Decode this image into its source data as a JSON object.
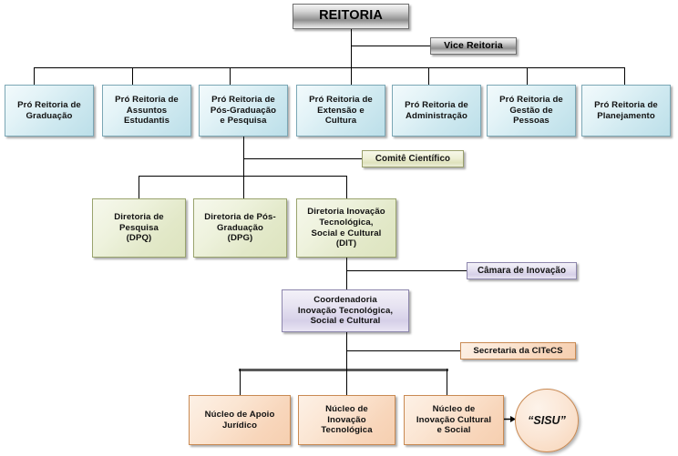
{
  "title": "Organograma REITORIA",
  "colors": {
    "silver": "#a9a9a9",
    "blue": "#cfe9f0",
    "khaki": "#e2e5c2",
    "green": "#e2e8c8",
    "purple": "#d6d0e8",
    "peach": "#f8d6bb",
    "line": "#000000",
    "thick_line": "#595959"
  },
  "top": {
    "reitoria": "REITORIA",
    "vice_reitoria": "Vice Reitoria"
  },
  "pro_reitorias": [
    {
      "label": "Pró Reitoria de\nGraduação"
    },
    {
      "label": "Pró Reitoria de\nAssuntos\nEstudantis"
    },
    {
      "label": "Pró Reitoria de\nPós-Graduação\ne Pesquisa"
    },
    {
      "label": "Pró Reitoria de\nExtensão e\nCultura"
    },
    {
      "label": "Pró Reitoria de\nAdministração"
    },
    {
      "label": "Pró Reitoria de\nGestão de\nPessoas"
    },
    {
      "label": "Pró Reitoria de\nPlanejamento"
    }
  ],
  "comite": {
    "label": "Comitê Científico"
  },
  "diretorias": [
    {
      "label": "Diretoria de\nPesquisa\n(DPQ)"
    },
    {
      "label": "Diretoria de Pós-\nGraduação\n(DPG)"
    },
    {
      "label": "Diretoria Inovação\nTecnológica,\nSocial e Cultural\n(DIT)"
    }
  ],
  "camara": {
    "label": "Câmara de Inovação"
  },
  "coordenadoria": {
    "label": "Coordenadoria\nInovação Tecnológica,\nSocial e Cultural"
  },
  "secretaria": {
    "label": "Secretaria da CITeCS"
  },
  "nucleos": [
    {
      "label": "Núcleo de Apoio\nJurídico"
    },
    {
      "label": "Núcleo de\nInovação\nTecnológica"
    },
    {
      "label": "Núcleo de\nInovação Cultural\ne Social"
    }
  ],
  "sisu": {
    "label": "“SISU”"
  }
}
